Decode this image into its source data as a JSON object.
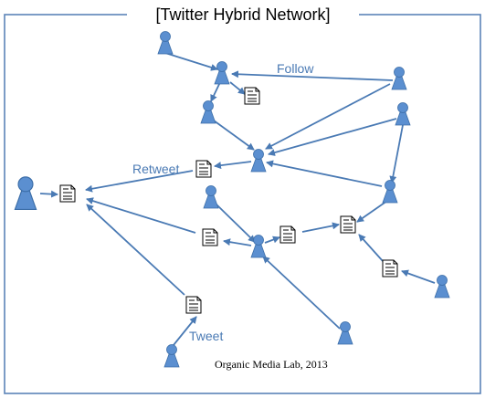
{
  "title": "[Twitter Hybrid Network]",
  "edge_labels": {
    "follow": "Follow",
    "retweet": "Retweet",
    "tweet": "Tweet"
  },
  "credit": "Organic Media Lab, 2013",
  "colors": {
    "frame": "#5b84b8",
    "user_fill": "#5b8fd0",
    "user_stroke": "#3c6ea8",
    "edge": "#4a7ab4",
    "label": "#4a7ab4",
    "document": "#000000"
  },
  "icons": {
    "user": "user-icon",
    "document": "document-icon"
  }
}
